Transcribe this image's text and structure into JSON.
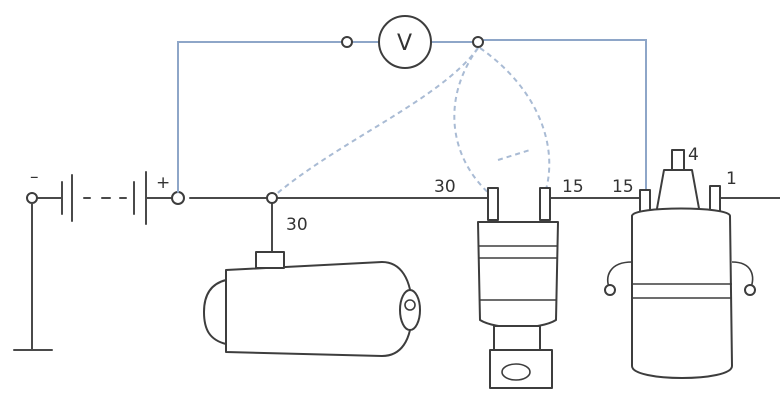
{
  "voltmeter": {
    "symbol": "V"
  },
  "battery": {
    "minus_sign": "–",
    "plus_sign": "+"
  },
  "starter": {
    "terminal_label": "30"
  },
  "ignition_switch": {
    "terminal_left": "30",
    "terminal_right": "15"
  },
  "ignition_coil": {
    "terminal_15": "15",
    "terminal_4": "4",
    "terminal_1": "1"
  },
  "colors": {
    "circuit": "#4a4a4a",
    "test_leads": "#8ea6c8"
  }
}
